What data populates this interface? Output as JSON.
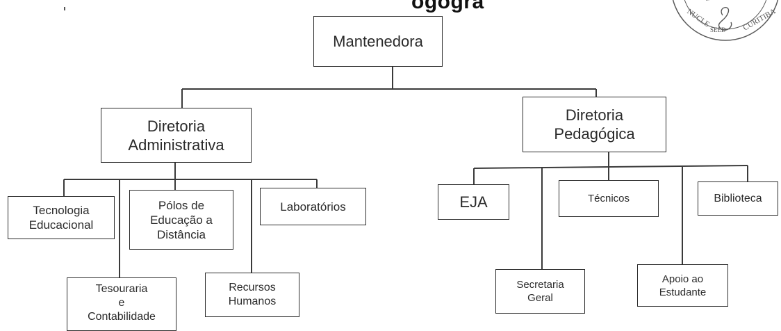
{
  "title_fragment": "ogogra",
  "stamp": {
    "text_left": "NUCLE",
    "text_mid": "SEED",
    "text_right": "CURITIBA"
  },
  "nodes": {
    "mantenedora": "Mantenedora",
    "dir_admin": "Diretoria\nAdministrativa",
    "dir_ped": "Diretoria\nPedagógica",
    "tecnologia": "Tecnologia\nEducacional",
    "polos": "Pólos de\nEducação a\nDistância",
    "laboratorios": "Laboratórios",
    "tesouraria": "Tesouraria\ne\nContabilidade",
    "recursos": "Recursos\nHumanos",
    "eja": "EJA",
    "tecnicos": "Técnicos",
    "biblioteca": "Biblioteca",
    "secretaria": "Secretaria\nGeral",
    "apoio": "Apoio ao\nEstudante"
  }
}
